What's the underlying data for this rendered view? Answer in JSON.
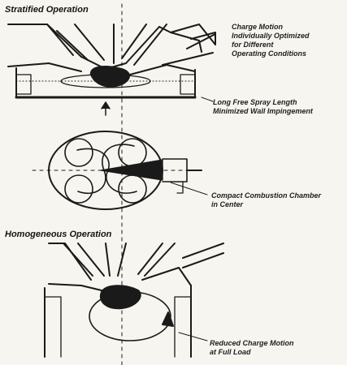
{
  "sections": {
    "stratified": {
      "heading": "Stratified Operation"
    },
    "homogeneous": {
      "heading": "Homogeneous Operation"
    }
  },
  "annotations": {
    "charge_motion": "Charge Motion\nIndividually Optimized\nfor Different\nOperating Conditions",
    "spray_length": "Long Free Spray Length\nMinimized Wall Impingement",
    "combustion_chamber": "Compact Combustion Chamber\nin Center",
    "reduced_motion": "Reduced Charge Motion\nat Full Load"
  },
  "colors": {
    "ink": "#1a1a1a",
    "paper": "#f7f5ef"
  }
}
